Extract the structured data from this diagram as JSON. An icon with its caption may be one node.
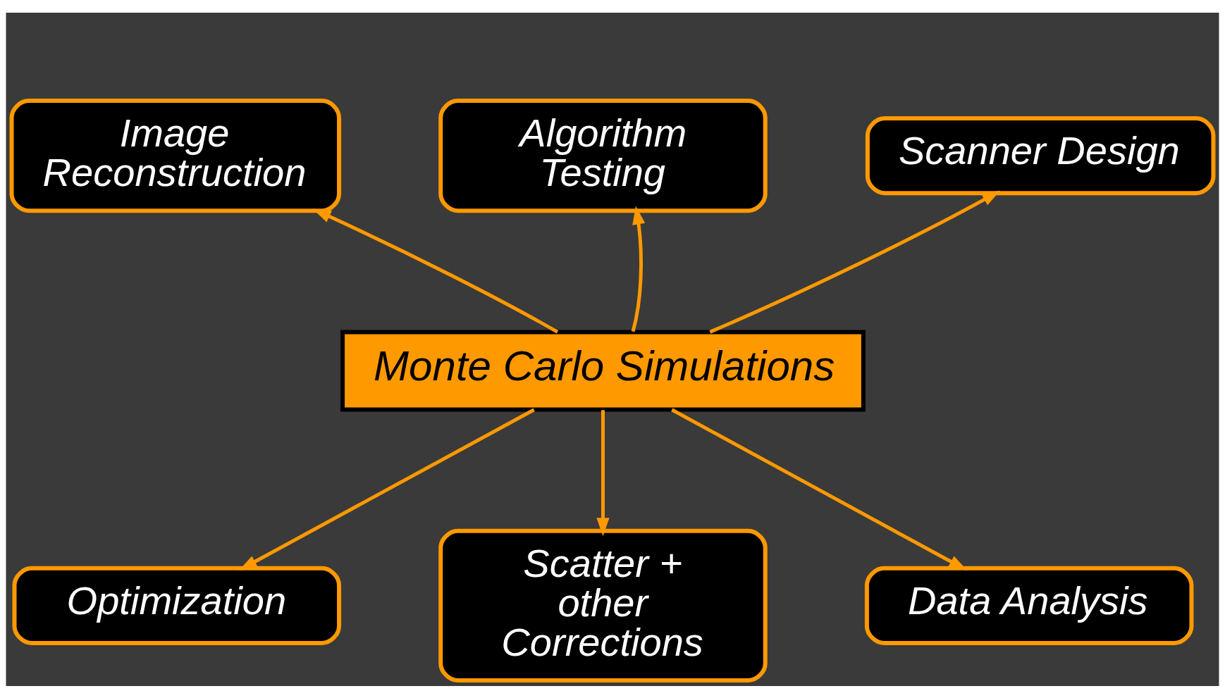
{
  "diagram": {
    "nodes": [
      {
        "text": [
          "Image Reconstruction"
        ]
      },
      {
        "text": [
          "Algorithm Testing"
        ]
      },
      {
        "text": [
          "Scanner Design"
        ]
      },
      {
        "text": [
          "Monte Carlo Simulations"
        ]
      },
      {
        "text": [
          "Optimization"
        ]
      },
      {
        "text": [
          "Scatter + other Corrections"
        ]
      },
      {
        "text": [
          "Data Analysis"
        ]
      }
    ],
    "edges": [
      {
        "from": 3,
        "to": 0,
        "arrow": "to"
      },
      {
        "from": 3,
        "to": 1,
        "arrow": "to"
      },
      {
        "from": 3,
        "to": 2,
        "arrow": "to"
      },
      {
        "from": 3,
        "to": 4,
        "arrow": "to"
      },
      {
        "from": 3,
        "to": 5,
        "arrow": "to"
      },
      {
        "from": 3,
        "to": 6,
        "arrow": "to"
      }
    ]
  }
}
